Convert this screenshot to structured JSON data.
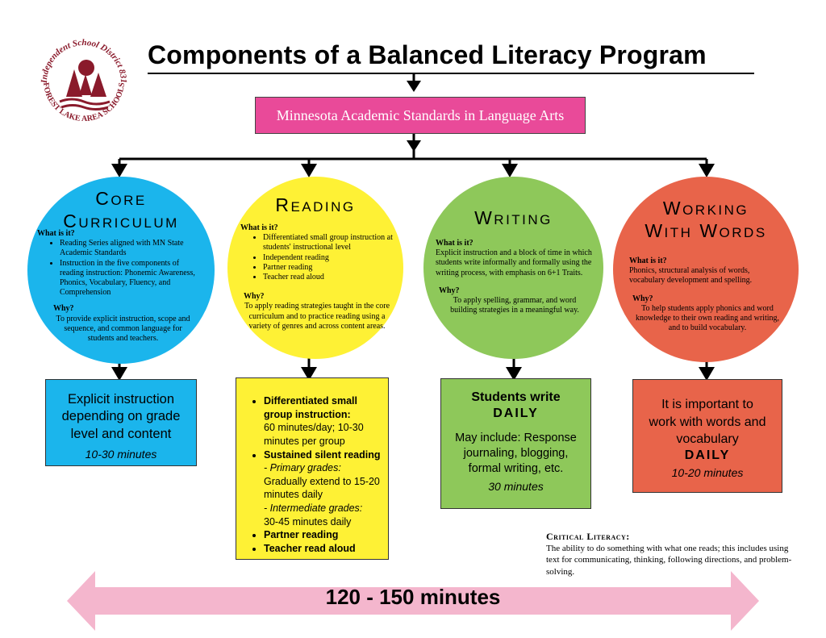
{
  "logo": {
    "top_text": "Independent School District 831",
    "bottom_text": "FOREST LAKE AREA SCHOOLS"
  },
  "title": "Components of a Balanced Literacy Program",
  "standards": "Minnesota Academic Standards in Language Arts",
  "components": [
    {
      "title_lines": [
        "Core",
        "Curriculum"
      ],
      "what_label": "What is it?",
      "what_items": [
        "Reading Series aligned with MN State Academic Standards",
        "Instruction in the five components of reading instruction: Phonemic Awareness, Phonics, Vocabulary, Fluency, and Comprehension"
      ],
      "why_label": "Why?",
      "why_text": "To provide explicit instruction, scope and sequence, and common language for students and teachers.",
      "box_text": "Explicit instruction depending on grade level and content",
      "box_minutes": "10-30 minutes"
    },
    {
      "title_lines": [
        "Reading"
      ],
      "what_label": "What is it?",
      "what_items": [
        "Differentiated small group instruction at students' instructional level",
        "Independent reading",
        "Partner reading",
        "Teacher read aloud"
      ],
      "why_label": "Why?",
      "why_text": "To apply reading strategies taught in the core curriculum and to practice reading using a variety of genres and across content areas.",
      "box_items": {
        "i1_head": "Differentiated small group instruction:",
        "i1_text": "60 minutes/day; 10-30 minutes per group",
        "i2_head": "Sustained silent reading",
        "i2_sub1": "- Primary grades:",
        "i2_text1": "Gradually extend to 15-20 minutes daily",
        "i2_sub2": "- Intermediate grades:",
        "i2_text2": "30-45 minutes daily",
        "i3_head": "Partner reading",
        "i4_head": "Teacher read aloud"
      }
    },
    {
      "title_lines": [
        "Writing"
      ],
      "what_label": "What is it?",
      "what_text": "Explicit instruction and a block of time in which students write informally and formally using the writing process, with emphasis on 6+1 Traits.",
      "why_label": "Why?",
      "why_text": "To apply spelling, grammar, and word building strategies in a meaningful way.",
      "box_head": "Students write",
      "box_daily": "DAILY",
      "box_text": "May include: Response journaling, blogging, formal writing, etc.",
      "box_minutes": "30 minutes"
    },
    {
      "title_lines": [
        "Working",
        "With Words"
      ],
      "what_label": "What is it?",
      "what_text": "Phonics, structural analysis of words, vocabulary development and spelling.",
      "why_label": "Why?",
      "why_text": "To help students apply phonics and word knowledge to their own reading and writing, and to build vocabulary.",
      "box_text": "It is important to work with words and vocabulary",
      "box_daily": "DAILY",
      "box_minutes": "10-20 minutes"
    }
  ],
  "critical": {
    "title": "Critical Literacy:",
    "text": "The ability to do something with what one reads; this includes using text for communicating, thinking, following directions, and problem-solving."
  },
  "total_time": "120 - 150 minutes",
  "colors": {
    "pink": "#e94a99",
    "blue": "#1bb5ec",
    "yellow": "#fef135",
    "green": "#8ec85a",
    "red": "#e8644a",
    "arrow_pink": "#f4b6cd",
    "logo_maroon": "#8a1a2b"
  }
}
